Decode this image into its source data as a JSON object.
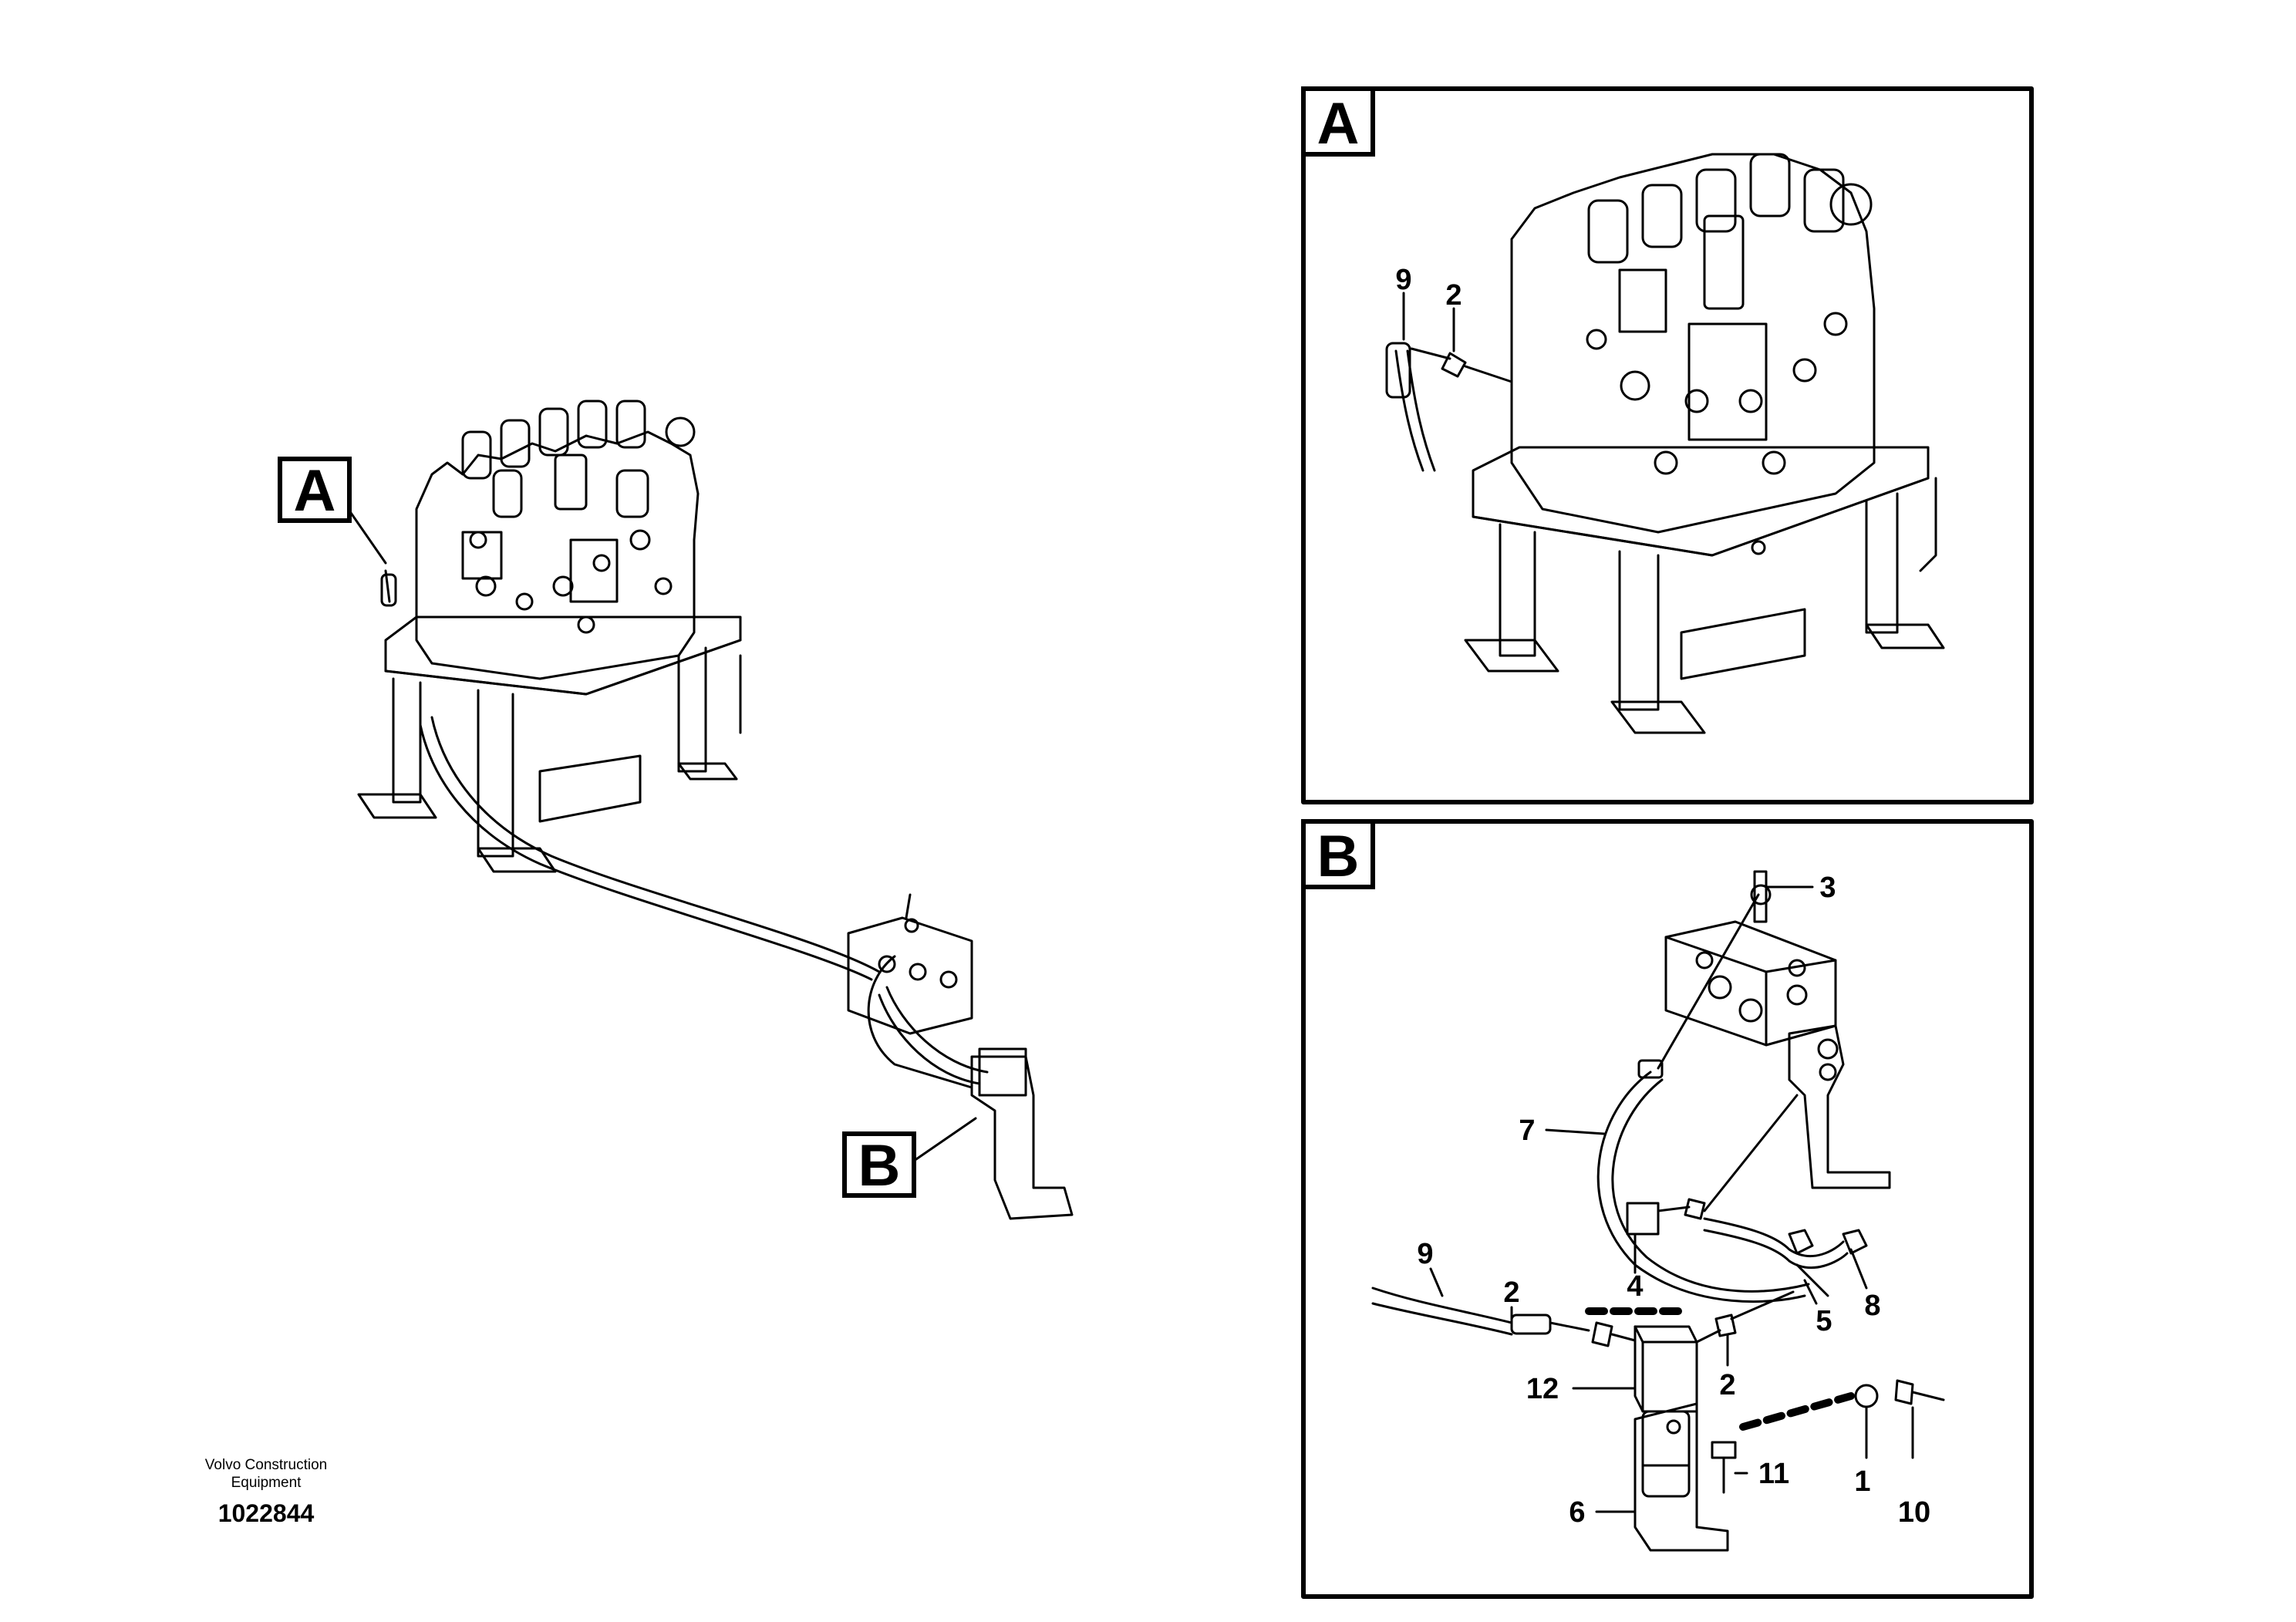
{
  "callouts": {
    "a": "A",
    "b": "B"
  },
  "panels": {
    "a": {
      "tag": "A",
      "labels": {
        "n9": "9",
        "n2": "2"
      }
    },
    "b": {
      "tag": "B",
      "labels": {
        "n3": "3",
        "n7": "7",
        "n4": "4",
        "n8": "8",
        "n5": "5",
        "n9": "9",
        "n2a": "2",
        "n2b": "2",
        "n12": "12",
        "n11": "11",
        "n6": "6",
        "n1": "1",
        "n10": "10"
      }
    }
  },
  "footer": {
    "company_line1": "Volvo Construction",
    "company_line2": "Equipment",
    "doc_number": "1022844"
  }
}
